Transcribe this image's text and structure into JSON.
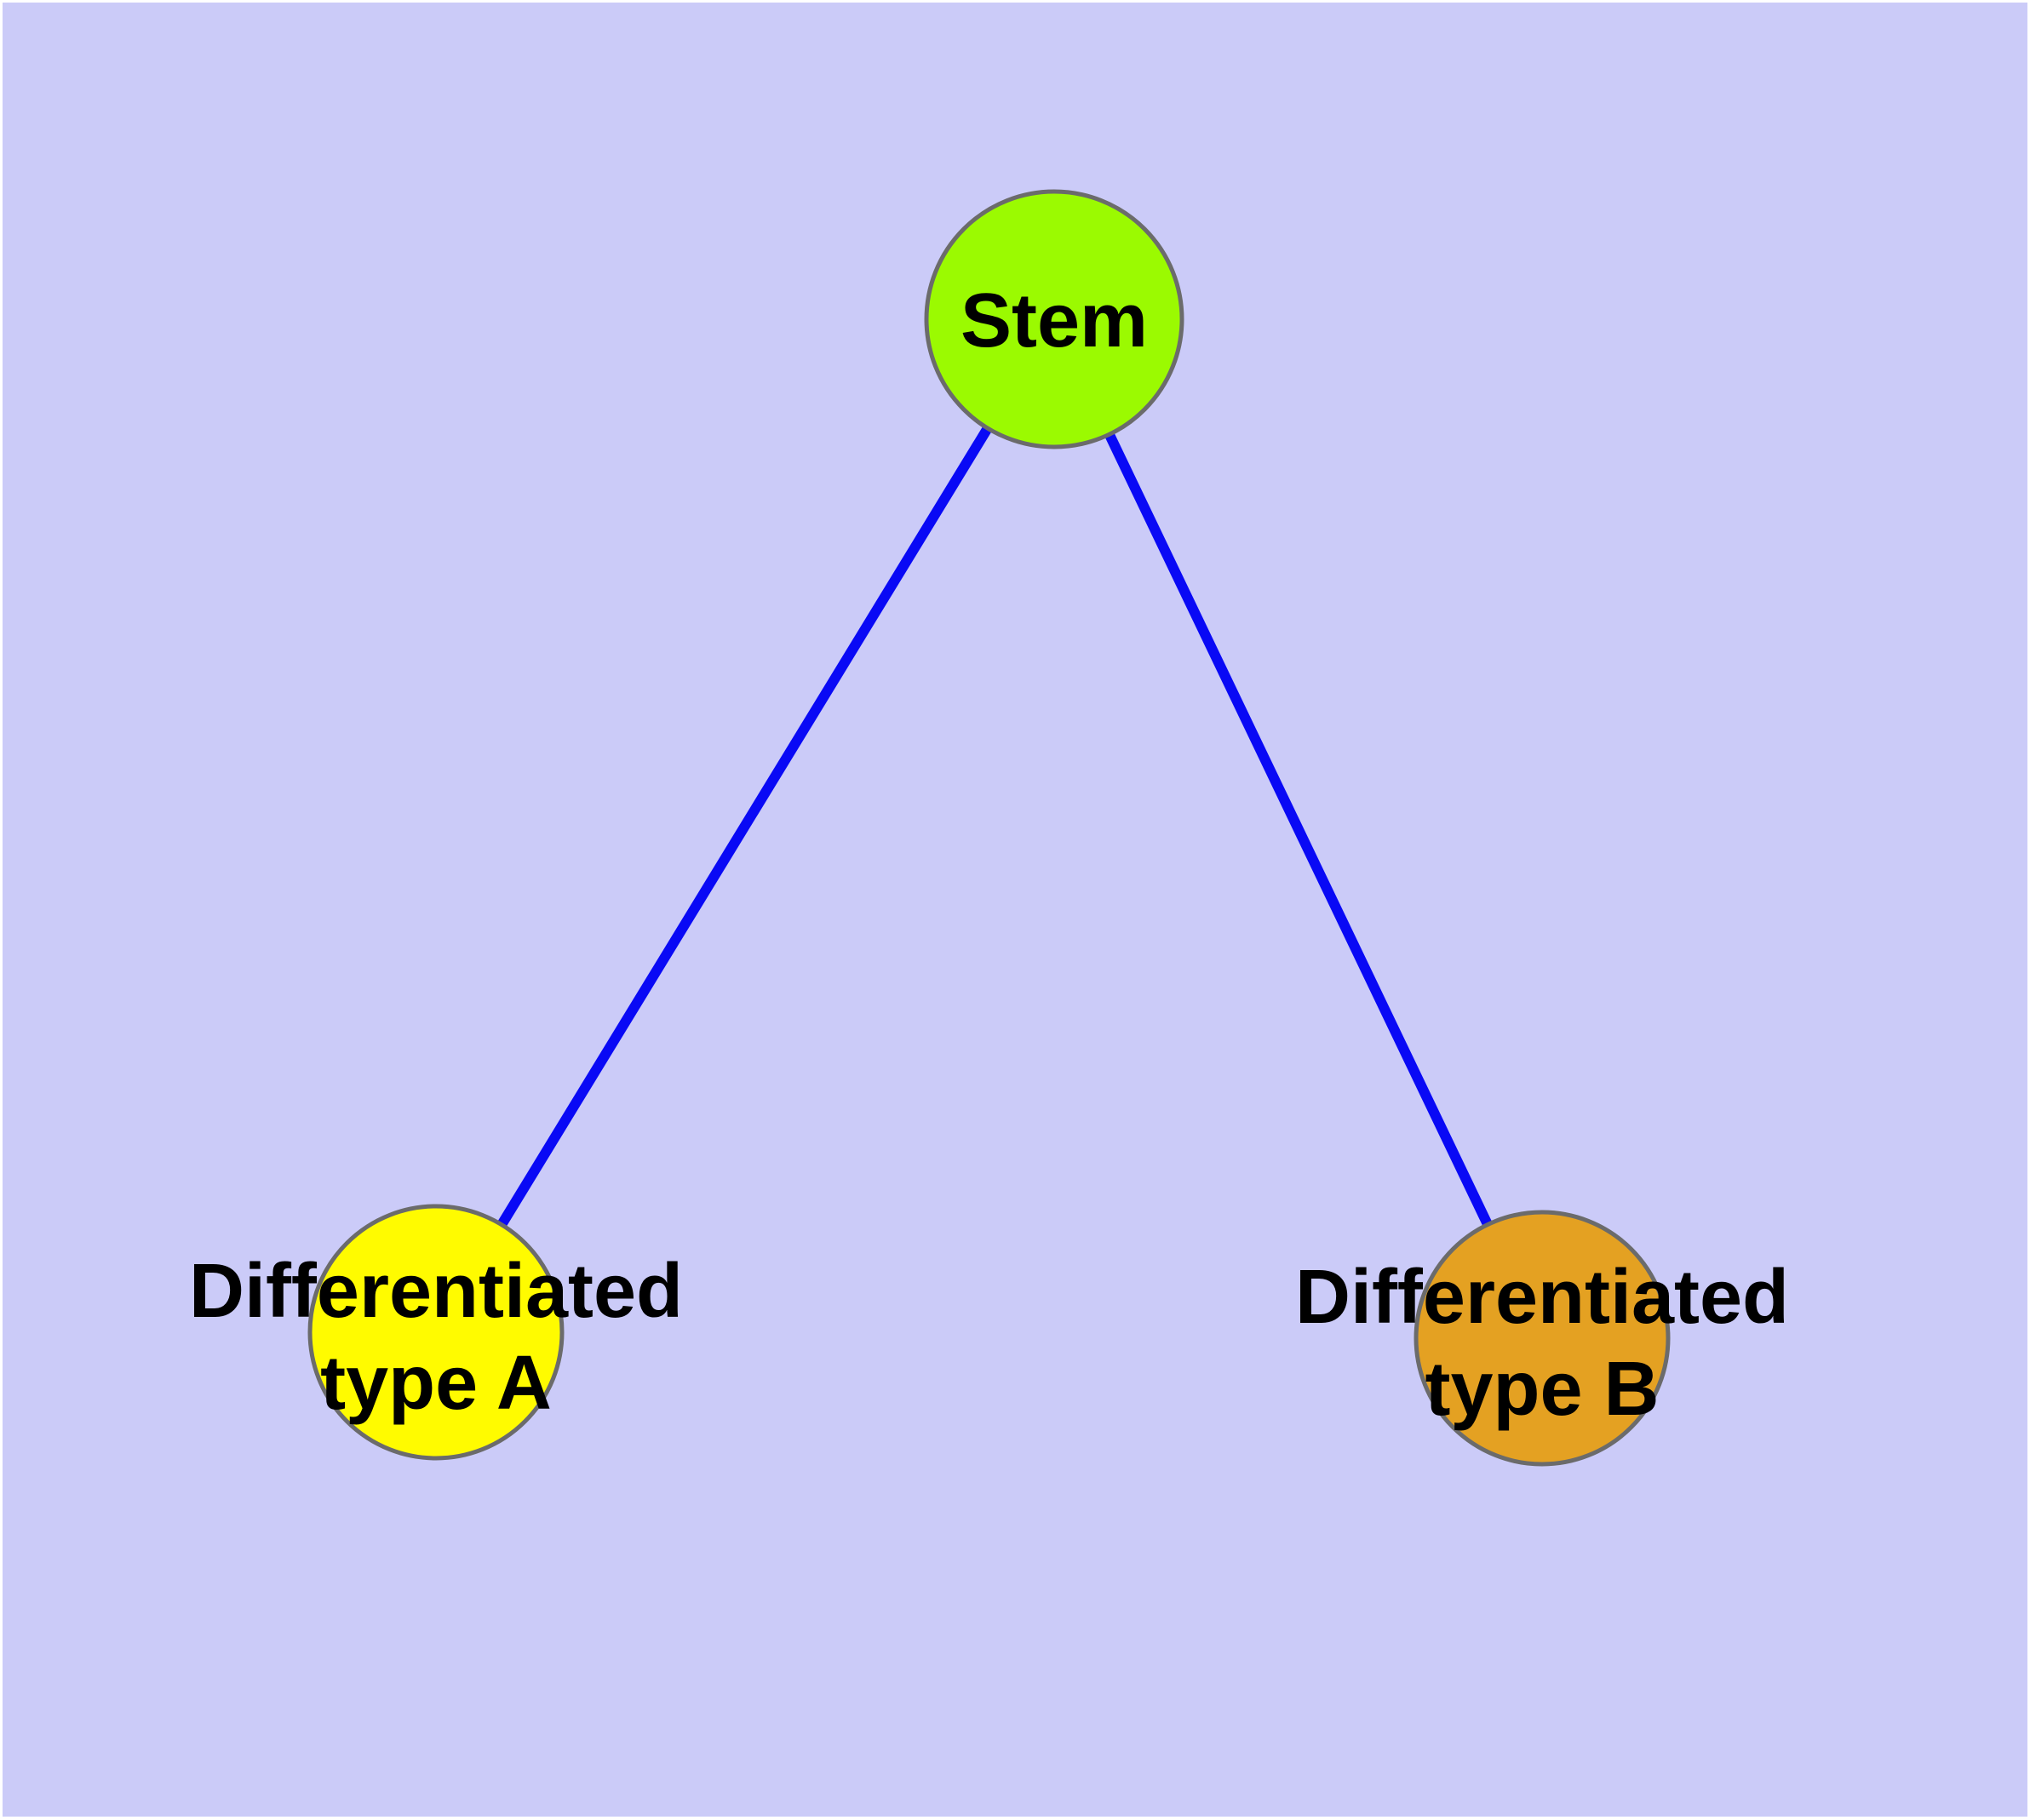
{
  "diagram": {
    "background_color": "#CBCBF8",
    "frame_color": "#FFFFFF",
    "node_border_color": "#6B6B6B",
    "edge_color": "#0909F5",
    "label_color": "#000000",
    "nodes": [
      {
        "id": "stem",
        "lines": [
          "Stem"
        ],
        "fill": "#9BFA01"
      },
      {
        "id": "differentiated-type-a",
        "lines": [
          "Differentiated",
          "type A"
        ],
        "fill": "#FFFB00"
      },
      {
        "id": "differentiated-type-b",
        "lines": [
          "Differentiated",
          "type B"
        ],
        "fill": "#E4A122"
      }
    ],
    "edges": [
      {
        "from": "stem",
        "to": "differentiated-type-a"
      },
      {
        "from": "stem",
        "to": "differentiated-type-b"
      }
    ]
  }
}
